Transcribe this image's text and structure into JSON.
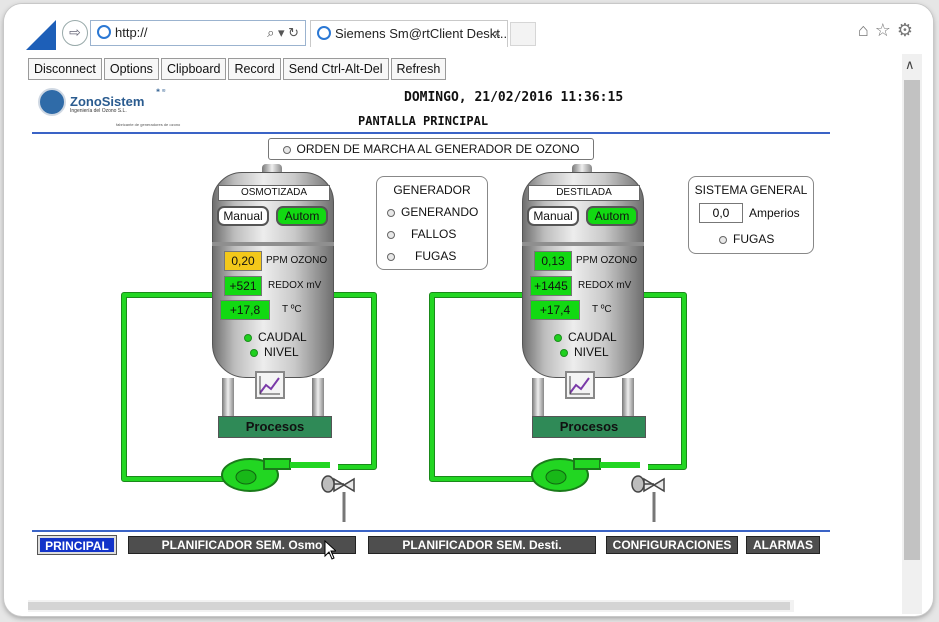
{
  "browser": {
    "address": "http://",
    "address_tools": "⌕ ▾ ↻",
    "tab_title": "Siemens Sm@rtClient Deskt...",
    "tab_close": "×"
  },
  "toolbar": {
    "disconnect": "Disconnect",
    "options": "Options",
    "clipboard": "Clipboard",
    "record": "Record",
    "ctrl_alt_del": "Send Ctrl-Alt-Del",
    "refresh": "Refresh"
  },
  "header": {
    "brand_name": "ZonoSistem",
    "brand_tagline": "Ingeniería del Ozono S.L.",
    "brand_subtitle": "fabricante de generadores de ozono",
    "datetime": "DOMINGO, 21/02/2016 11:36:15",
    "title": "PANTALLA PRINCIPAL"
  },
  "order_label": "ORDEN DE MARCHA AL GENERADOR DE OZONO",
  "tank_osmo": {
    "label": "OSMOTIZADA",
    "manual": "Manual",
    "autom": "Autom",
    "ppm_value": "0,20",
    "ppm_unit": "PPM OZONO",
    "redox_value": "+521",
    "redox_unit": "REDOX mV",
    "temp_value": "+17,8",
    "temp_unit": "T ºC",
    "caudal": "CAUDAL",
    "nivel": "NIVEL",
    "procesos": "Procesos"
  },
  "tank_dest": {
    "label": "DESTILADA",
    "manual": "Manual",
    "autom": "Autom",
    "ppm_value": "0,13",
    "ppm_unit": "PPM OZONO",
    "redox_value": "+1445",
    "redox_unit": "REDOX mV",
    "temp_value": "+17,4",
    "temp_unit": "T ºC",
    "caudal": "CAUDAL",
    "nivel": "NIVEL",
    "procesos": "Procesos"
  },
  "generador": {
    "title": "GENERADOR",
    "generando": "GENERANDO",
    "fallos": "FALLOS",
    "fugas": "FUGAS"
  },
  "sistema": {
    "title": "SISTEMA GENERAL",
    "amperios_value": "0,0",
    "amperios_label": "Amperios",
    "fugas": "FUGAS"
  },
  "nav": {
    "principal": "PRINCIPAL",
    "plan_osmo": "PLANIFICADOR SEM. Osmo",
    "plan_desti": "PLANIFICADOR SEM. Desti.",
    "configuraciones": "CONFIGURACIONES",
    "alarmas": "ALARMAS"
  },
  "colors": {
    "pipe": "#22d622",
    "active_green": "#12d912",
    "ppm_warn": "#f3c81a",
    "nav_active": "#1233c9",
    "nav_dark": "#4e4e4e"
  }
}
